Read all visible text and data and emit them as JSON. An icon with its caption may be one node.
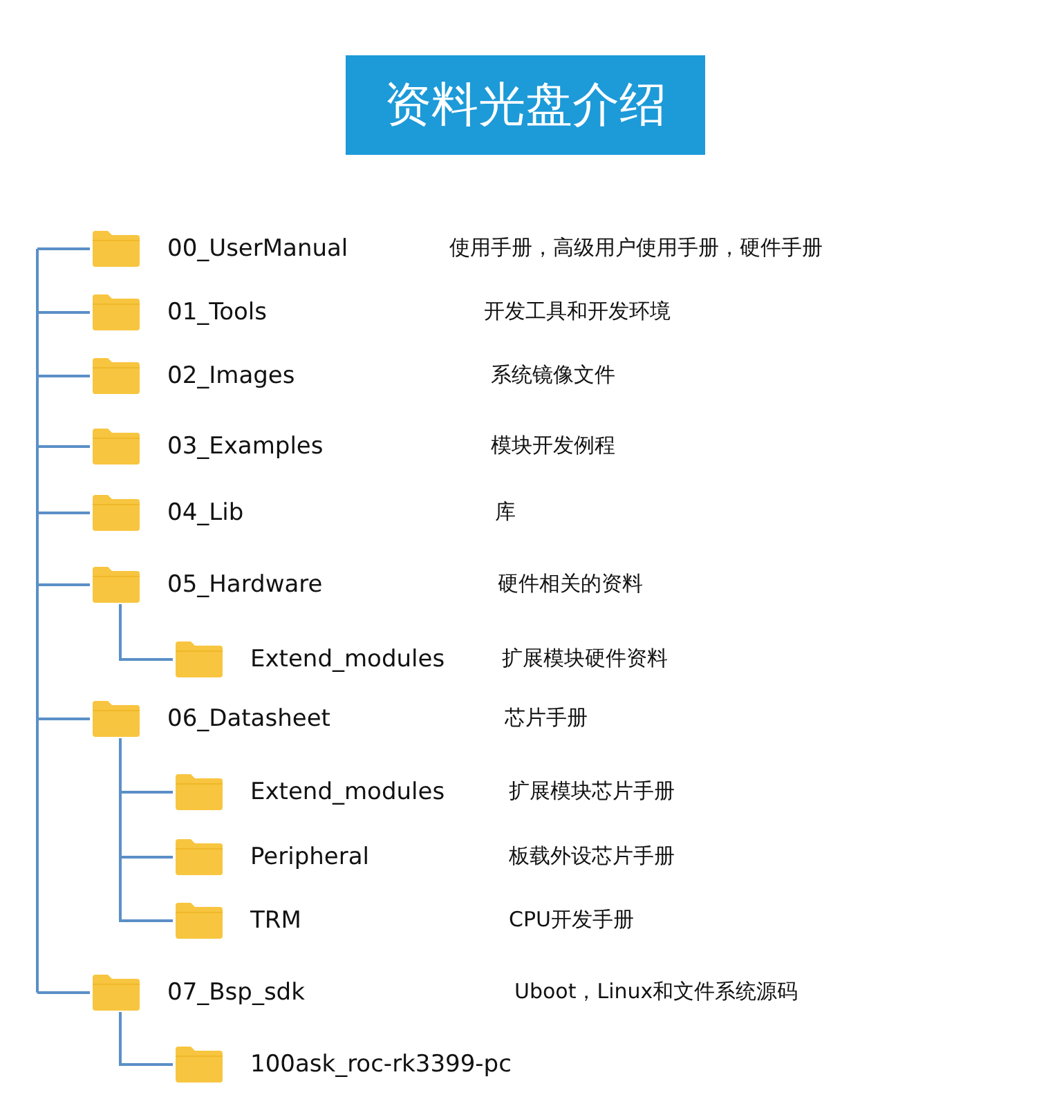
{
  "diagram": {
    "title": "资料光盘介绍",
    "nodes": [
      {
        "text": [
          "00_UserManual"
        ]
      },
      {
        "text": [
          "01_Tools"
        ]
      },
      {
        "text": [
          "02_Images"
        ]
      },
      {
        "text": [
          "03_Examples"
        ]
      },
      {
        "text": [
          "04_Lib"
        ]
      },
      {
        "text": [
          "05_Hardware"
        ]
      },
      {
        "text": [
          "Extend_modules"
        ]
      },
      {
        "text": [
          "06_Datasheet"
        ]
      },
      {
        "text": [
          "Extend_modules"
        ]
      },
      {
        "text": [
          "Peripheral"
        ]
      },
      {
        "text": [
          "TRM"
        ]
      },
      {
        "text": [
          "07_Bsp_sdk"
        ]
      },
      {
        "text": [
          "100ask_roc-rk3399-pc"
        ]
      }
    ],
    "edges": [
      {
        "from": null,
        "to": 0,
        "arrow": "none"
      },
      {
        "from": null,
        "to": 1,
        "arrow": "none"
      },
      {
        "from": null,
        "to": 2,
        "arrow": "none"
      },
      {
        "from": null,
        "to": 3,
        "arrow": "none"
      },
      {
        "from": null,
        "to": 4,
        "arrow": "none"
      },
      {
        "from": null,
        "to": 5,
        "arrow": "none"
      },
      {
        "from": 5,
        "to": 6,
        "arrow": "none"
      },
      {
        "from": null,
        "to": 7,
        "arrow": "none"
      },
      {
        "from": 7,
        "to": 8,
        "arrow": "none"
      },
      {
        "from": 7,
        "to": 9,
        "arrow": "none"
      },
      {
        "from": 7,
        "to": 10,
        "arrow": "none"
      },
      {
        "from": null,
        "to": 11,
        "arrow": "none"
      },
      {
        "from": 11,
        "to": 12,
        "arrow": "none"
      }
    ],
    "labels": [
      "使用手册，高级用户使用手册，硬件手册",
      "开发工具和开发环境",
      "系统镜像文件",
      "模块开发例程",
      "库",
      "硬件相关的资料",
      "扩展模块硬件资料",
      "芯片手册",
      "扩展模块芯片手册",
      "板载外设芯片手册",
      "CPU开发手册",
      "Uboot，Linux和文件系统源码"
    ]
  }
}
